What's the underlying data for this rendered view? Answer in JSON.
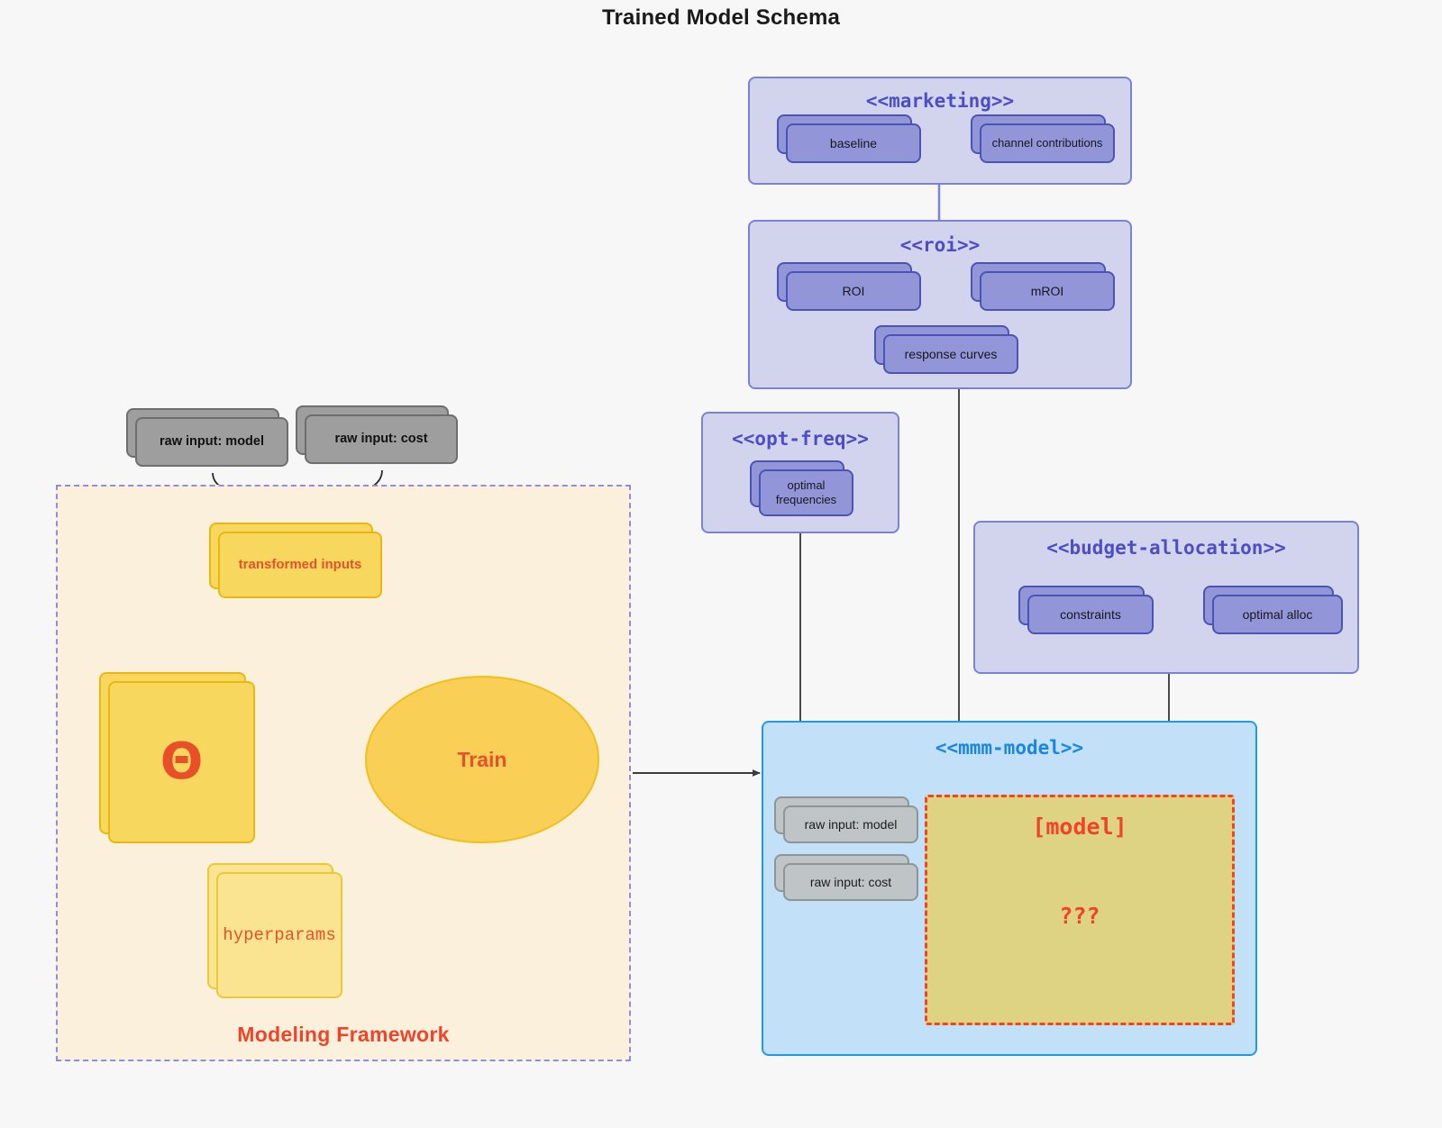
{
  "title": "Trained Model Schema",
  "packages": {
    "marketing": {
      "name": "<<marketing>>",
      "elements": [
        {
          "label": "baseline"
        },
        {
          "label": "channel contributions"
        }
      ]
    },
    "roi": {
      "name": "<<roi>>",
      "elements": [
        {
          "label": "ROI"
        },
        {
          "label": "mROI"
        },
        {
          "label": "response curves"
        }
      ]
    },
    "opt_freq": {
      "name": "<<opt-freq>>",
      "elements": [
        {
          "label": "optimal frequencies"
        }
      ]
    },
    "budget_allocation": {
      "name": "<<budget-allocation>>",
      "elements": [
        {
          "label": "constraints"
        },
        {
          "label": "optimal alloc"
        }
      ]
    },
    "mmm_model": {
      "name": "<<mmm-model>>",
      "elements": [
        {
          "label": "raw input: model"
        },
        {
          "label": "raw input: cost"
        }
      ],
      "model_box": {
        "line1": "[model]",
        "line2": "???"
      }
    }
  },
  "external_inputs": [
    {
      "label": "raw input: model"
    },
    {
      "label": "raw input: cost"
    }
  ],
  "framework": {
    "label": "Modeling Framework",
    "transformed_inputs": "transformed inputs",
    "theta": "Θ",
    "hyperparams": "hyperparams",
    "train": "Train"
  },
  "colors": {
    "background": "#f7f7f7",
    "package_purple_fill": "#d2d4ee",
    "package_purple_border": "#7b82d6",
    "package_blue_fill": "#c2e0f7",
    "package_blue_border": "#1a9bf0",
    "element_purple_fill": "#9296d8",
    "element_purple_border": "#4b54b5",
    "element_gray_fill": "#9e9e9e",
    "element_gray_border": "#6e6e6e",
    "element_gray_light_fill": "#bfc4c7",
    "yellow_card_fill": "#f8d75e",
    "yellow_card_light_fill": "#fae492",
    "train_fill": "#f9cf55",
    "framework_fill": "#faf0dc",
    "framework_border": "#8e8edc",
    "accent_red": "#f0432a",
    "model_box_fill": "#ddd382",
    "title_text": "#1a1a1a"
  }
}
